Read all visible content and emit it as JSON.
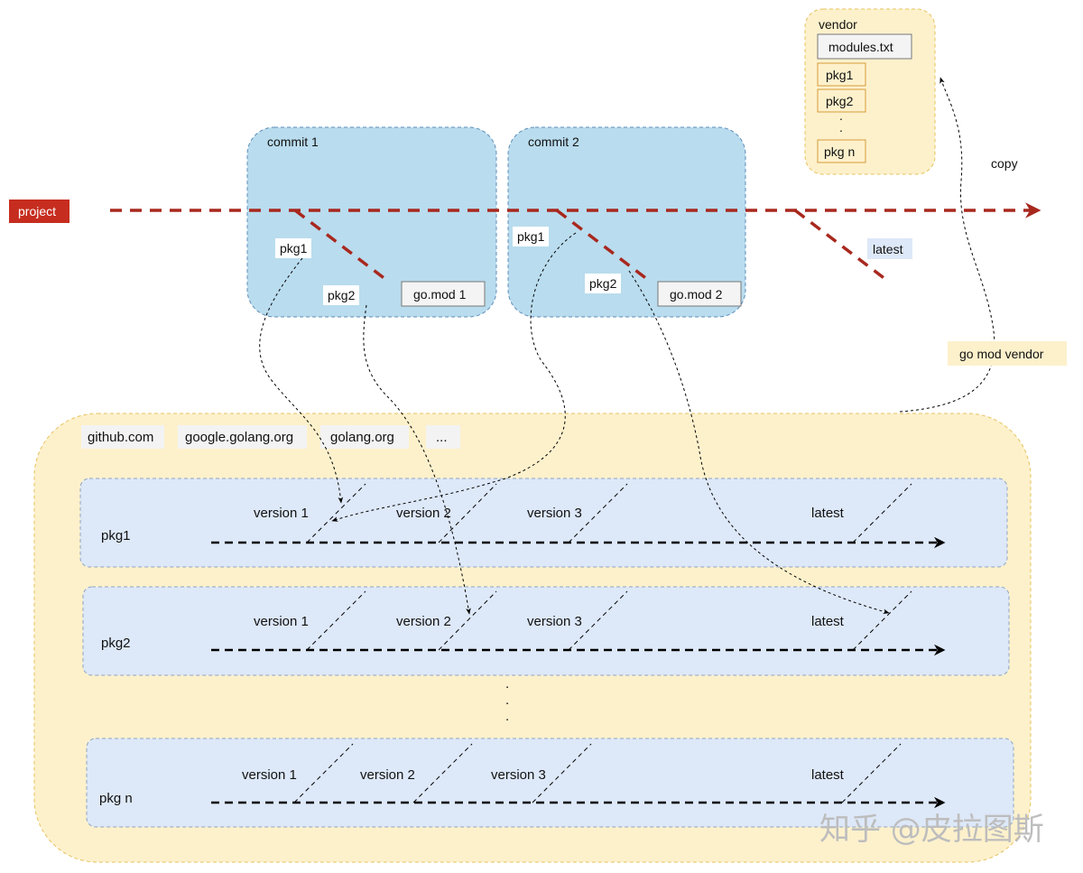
{
  "project": {
    "label": "project"
  },
  "commits": [
    {
      "title": "commit 1",
      "gomod": "go.mod 1",
      "pkg1": "pkg1",
      "pkg2": "pkg2"
    },
    {
      "title": "commit 2",
      "gomod": "go.mod 2",
      "pkg1": "pkg1",
      "pkg2": "pkg2"
    }
  ],
  "latest_label": "latest",
  "vendor": {
    "title": "vendor",
    "modules_file": "modules.txt",
    "pkgs": [
      "pkg1",
      "pkg2",
      "pkg n"
    ],
    "ellipsis": "."
  },
  "copy_label": "copy",
  "go_mod_vendor_label": "go mod vendor",
  "sources": [
    "github.com",
    "google.golang.org",
    "golang.org",
    "..."
  ],
  "packages": [
    {
      "name": "pkg1",
      "versions": [
        "version 1",
        "version 2",
        "version 3",
        "latest"
      ]
    },
    {
      "name": "pkg2",
      "versions": [
        "version 1",
        "version 2",
        "version 3",
        "latest"
      ]
    },
    {
      "name": "pkg n",
      "versions": [
        "version 1",
        "version 2",
        "version 3",
        "latest"
      ]
    }
  ],
  "rows_ellipsis": [
    ".",
    ".",
    "."
  ],
  "watermark": "知乎 @皮拉图斯",
  "colors": {
    "project_line": "#a8281e",
    "commit_fill": "#b9dcee",
    "pool_fill": "#fdf1cc",
    "lane_fill": "#dde8f8",
    "vendor_fill": "#fdf1cc",
    "vendor_pkg_border": "#d69a3a"
  }
}
